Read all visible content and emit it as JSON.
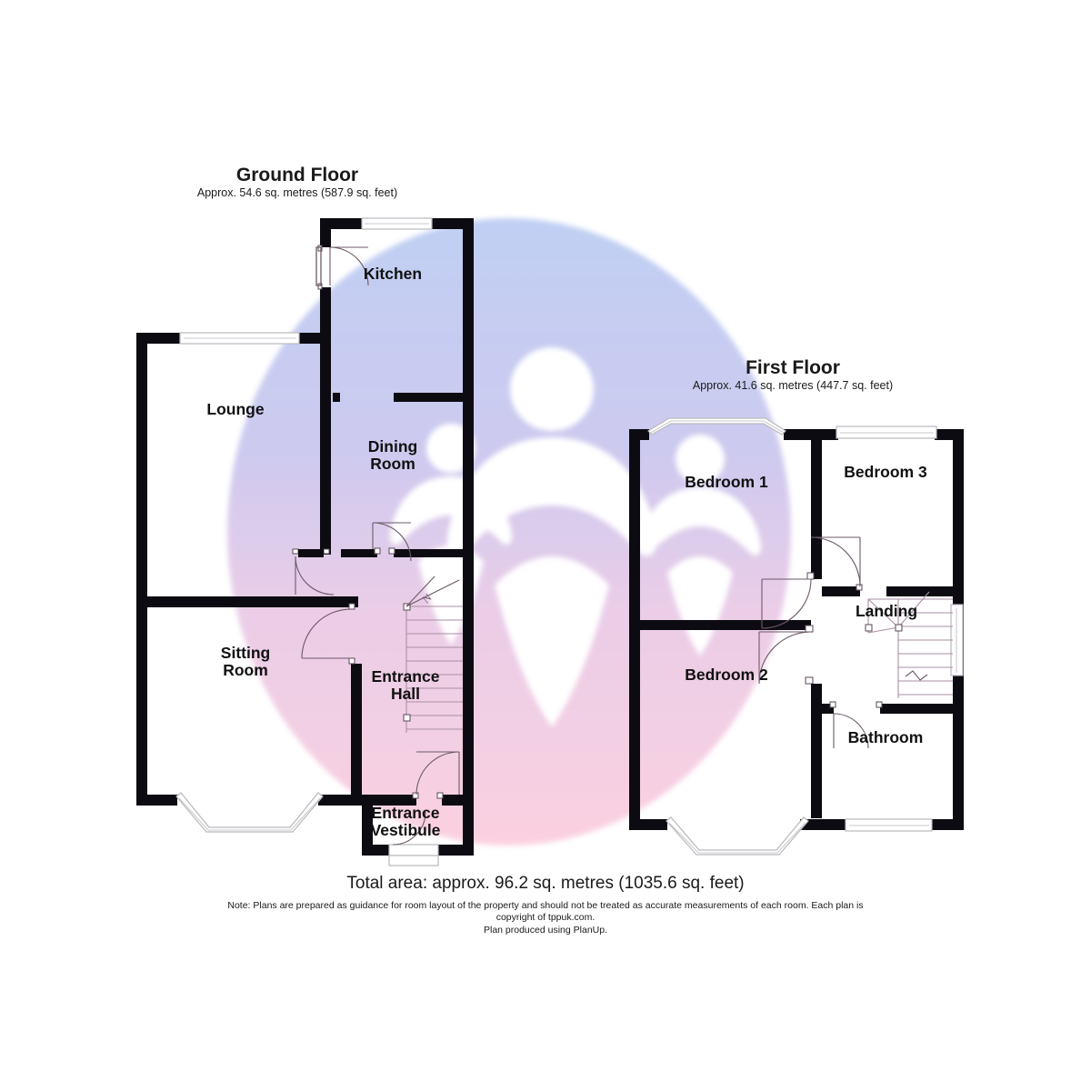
{
  "document": {
    "type": "floor-plan",
    "background_color": "#ffffff"
  },
  "floors": [
    {
      "id": "ground",
      "title": "Ground Floor",
      "subtitle": "Approx. 54.6 sq. metres (587.9 sq. feet)",
      "rooms": [
        {
          "id": "kitchen",
          "label": "Kitchen"
        },
        {
          "id": "lounge",
          "label": "Lounge"
        },
        {
          "id": "dining-room",
          "label": "Dining\nRoom",
          "line1": "Dining",
          "line2": "Room"
        },
        {
          "id": "sitting-room",
          "label": "Sitting\nRoom",
          "line1": "Sitting",
          "line2": "Room"
        },
        {
          "id": "entrance-hall",
          "label": "Entrance\nHall",
          "line1": "Entrance",
          "line2": "Hall"
        },
        {
          "id": "entrance-vestibule",
          "label": "Entrance\nVestibule",
          "line1": "Entrance",
          "line2": "Vestibule"
        }
      ]
    },
    {
      "id": "first",
      "title": "First Floor",
      "subtitle": "Approx. 41.6 sq. metres (447.7 sq. feet)",
      "rooms": [
        {
          "id": "bedroom-1",
          "label": "Bedroom 1"
        },
        {
          "id": "bedroom-3",
          "label": "Bedroom 3"
        },
        {
          "id": "bedroom-2",
          "label": "Bedroom 2"
        },
        {
          "id": "landing",
          "label": "Landing"
        },
        {
          "id": "bathroom",
          "label": "Bathroom"
        }
      ]
    }
  ],
  "footer": {
    "total_area": "Total area: approx. 96.2 sq. metres (1035.6 sq. feet)",
    "note_line_1": "Note: Plans are prepared as guidance for room layout of the property and should not be treated as accurate measurements of each room. Each plan is",
    "note_line_2": "copyright of tppuk.com.",
    "note_line_3": "Plan produced using PlanUp."
  },
  "watermark": {
    "name": "people-logo-watermark",
    "gradient_top_color": "#c3d0f2",
    "gradient_bottom_color": "#fbd3e2",
    "logo_color": "#ffffff"
  },
  "style": {
    "wall_color": "#0d0b12",
    "window_fill": "#ffffff",
    "door_stroke": "#6d5a68",
    "text_color": "#1a1a1a"
  },
  "stairs": {
    "direction_marker": "N"
  }
}
